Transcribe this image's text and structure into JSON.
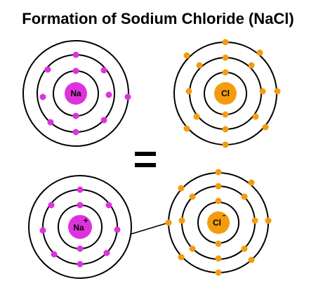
{
  "title": "Formation of Sodium Chloride (NaCl)",
  "colors": {
    "sodium": "#dd33dd",
    "chlorine": "#f39c0f",
    "shell": "#000000"
  },
  "atoms": {
    "na_top": {
      "nucleus_label": "Na"
    },
    "cl_top": {
      "nucleus_label": "Cl"
    },
    "na_ion": {
      "nucleus_label": "Na",
      "charge": "+"
    },
    "cl_ion": {
      "nucleus_label": "Cl",
      "charge": "-"
    }
  },
  "equals_symbol": "="
}
